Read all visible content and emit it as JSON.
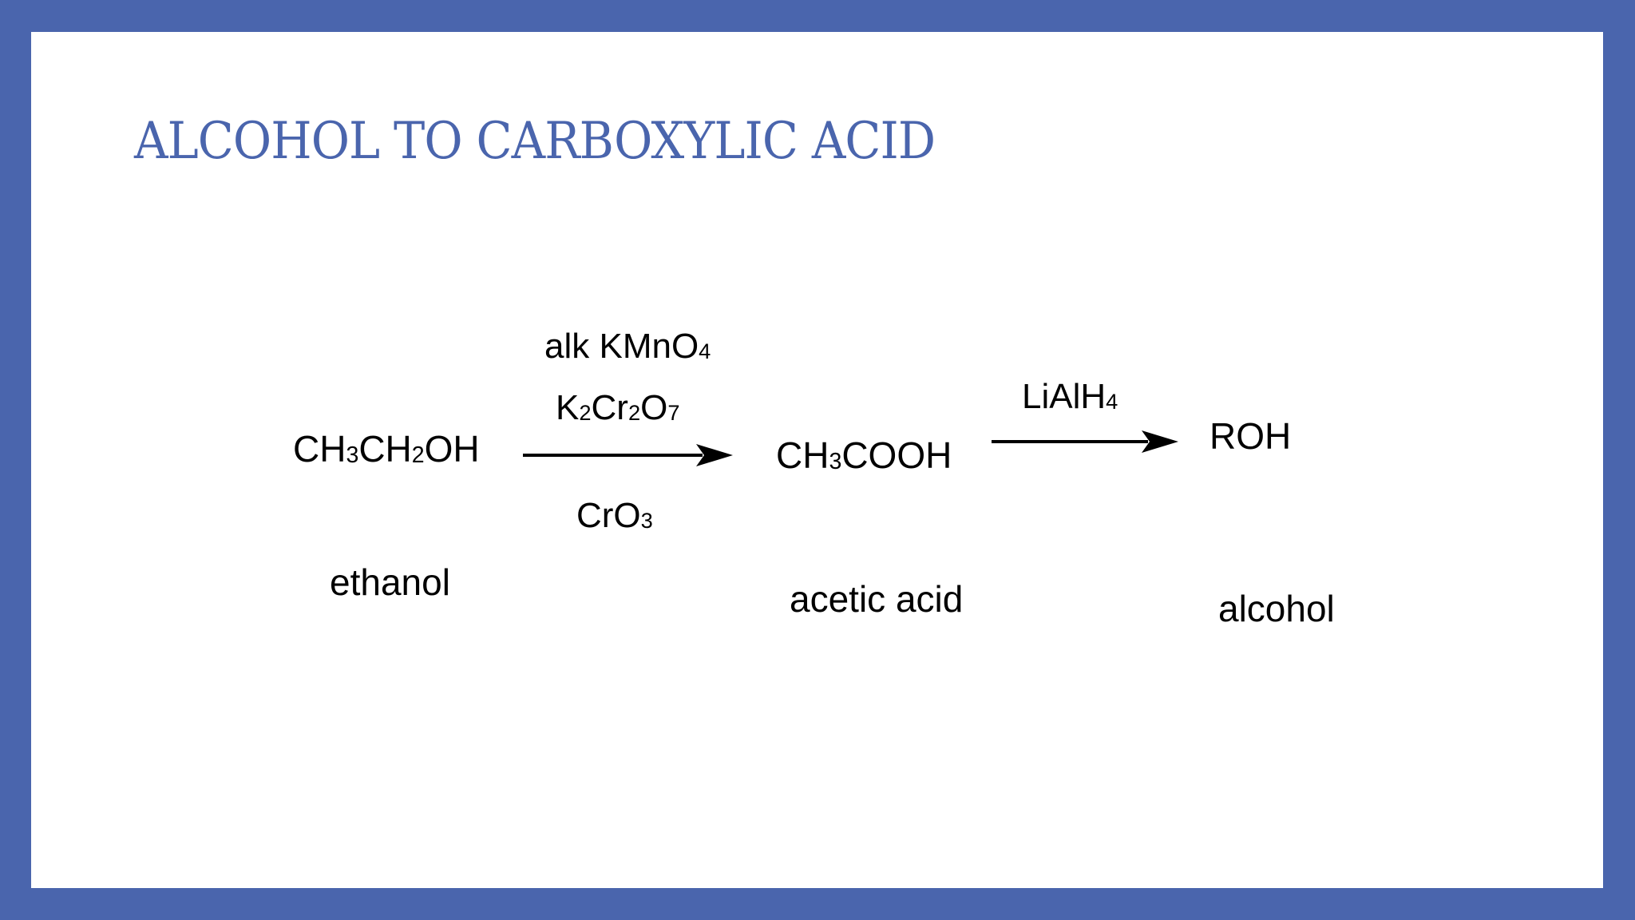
{
  "title": "ALCOHOL TO CARBOXYLIC ACID",
  "reaction": {
    "reactant": {
      "formula": [
        {
          "t": "CH"
        },
        {
          "t": "3",
          "sub": true
        },
        {
          "t": "CH"
        },
        {
          "t": "2",
          "sub": true
        },
        {
          "t": "OH"
        }
      ],
      "name": "ethanol"
    },
    "step1": {
      "reagents_above": [
        [
          {
            "t": "alk KMnO"
          },
          {
            "t": "4",
            "sub": true
          }
        ],
        [
          {
            "t": "K"
          },
          {
            "t": "2",
            "sub": true
          },
          {
            "t": "Cr"
          },
          {
            "t": "2",
            "sub": true
          },
          {
            "t": "O"
          },
          {
            "t": "7",
            "sub": true
          }
        ]
      ],
      "reagents_below": [
        [
          {
            "t": "CrO"
          },
          {
            "t": "3",
            "sub": true
          }
        ]
      ]
    },
    "product": {
      "formula": [
        {
          "t": "CH"
        },
        {
          "t": "3",
          "sub": true
        },
        {
          "t": "COOH"
        }
      ],
      "name": "acetic acid"
    },
    "step2": {
      "reagents_above": [
        [
          {
            "t": "LiAlH"
          },
          {
            "t": "4",
            "sub": true
          }
        ]
      ]
    },
    "final": {
      "formula": [
        {
          "t": "ROH"
        }
      ],
      "name": "alcohol"
    }
  },
  "colors": {
    "frame": "#4a65ad",
    "title": "#4a65ad",
    "text": "#000000"
  }
}
